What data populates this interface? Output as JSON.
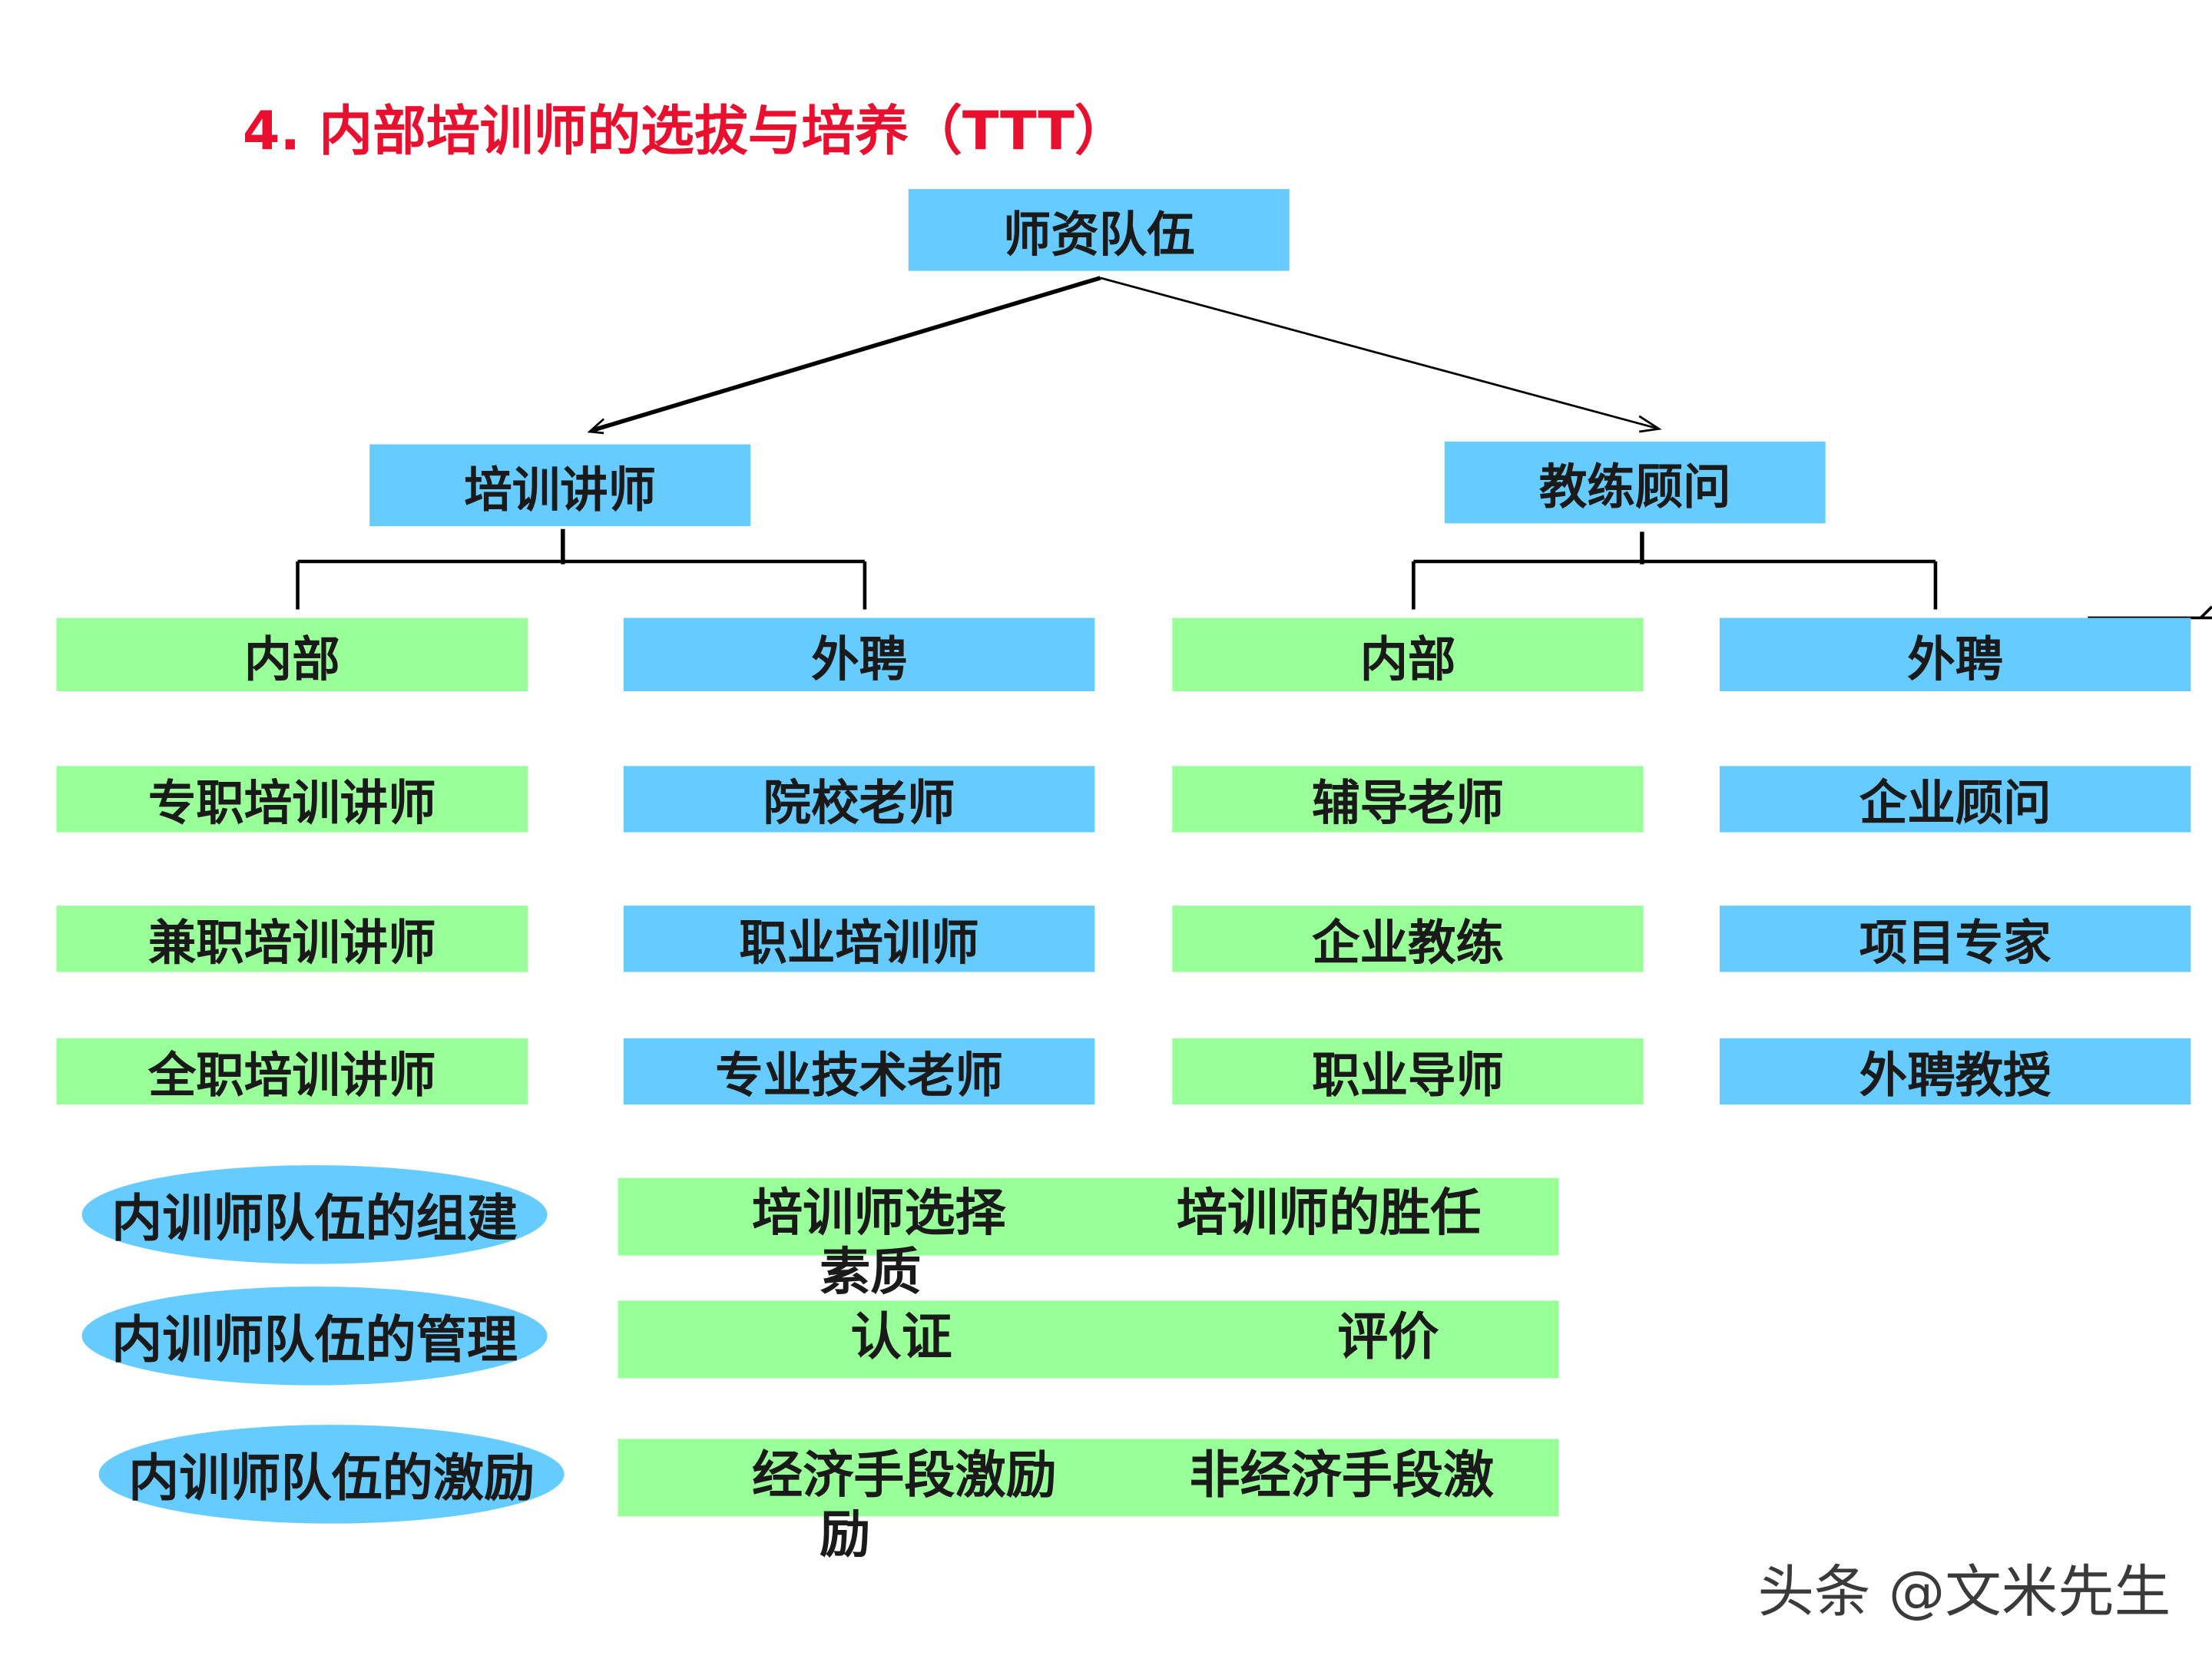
{
  "title": "4. 内部培训师的选拔与培养（TTT）",
  "colors": {
    "blue": "#66ccff",
    "green": "#99ff99",
    "title_red": "#e8102e"
  },
  "root": "师资队伍",
  "branches": [
    {
      "label": "培训讲师",
      "columns": [
        {
          "header": "内部",
          "items": [
            "专职培训讲师",
            "兼职培训讲师",
            "全职培训讲师"
          ]
        },
        {
          "header": "外聘",
          "items": [
            "院校老师",
            "职业培训师",
            "专业技术老师"
          ]
        }
      ]
    },
    {
      "label": "教练顾问",
      "columns": [
        {
          "header": "内部",
          "items": [
            "辅导老师",
            "企业教练",
            "职业导师"
          ]
        },
        {
          "header": "外聘",
          "items": [
            "企业顾问",
            "项目专家",
            "外聘教授"
          ]
        }
      ]
    }
  ],
  "management": [
    {
      "label": "内训师队伍的组建",
      "left": "培训师选择\n素质",
      "right": "培训师的胜任"
    },
    {
      "label": "内训师队伍的管理",
      "left": "认证",
      "right": "评价"
    },
    {
      "label": "内训师队伍的激励",
      "left": "经济手段激励\n励",
      "right": "非经济手段激"
    }
  ],
  "watermark": "头条 @文米先生"
}
